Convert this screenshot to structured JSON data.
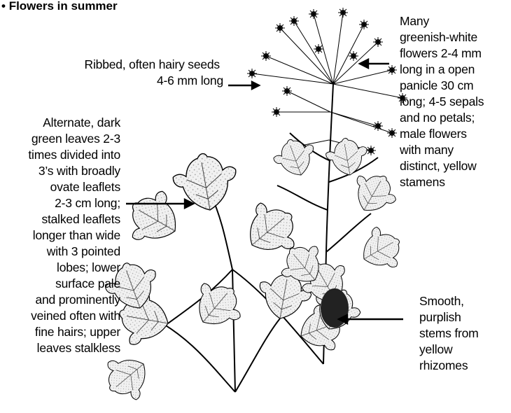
{
  "heading": {
    "bullet": "•",
    "text": "Flowers in summer"
  },
  "labels": {
    "seeds": [
      "Ribbed, often hairy seeds",
      "4-6 mm long"
    ],
    "leaves": [
      "Alternate, dark",
      "green leaves 2-3",
      "times divided into",
      "3’s with broadly",
      "ovate leaflets",
      "2-3 cm long;",
      "stalked leaflets",
      "longer than wide",
      "with 3 pointed",
      "lobes; lower",
      "surface pale",
      "and prominently",
      "veined often with",
      "fine hairs; upper",
      "leaves stalkless"
    ],
    "flowers": [
      "Many",
      "greenish-white",
      "flowers 2-4 mm",
      "long in a open",
      "panicle 30 cm",
      "long; 4-5 sepals",
      "and no petals;",
      "male flowers",
      "with many",
      "distinct, yellow",
      "stamens"
    ],
    "stems": [
      "Smooth,",
      "purplish",
      "stems from",
      "yellow",
      "rhizomes"
    ]
  },
  "colors": {
    "ink": "#000000",
    "leaf_fill": "#eeeeee",
    "leaf_shade": "#bdbdbd"
  }
}
